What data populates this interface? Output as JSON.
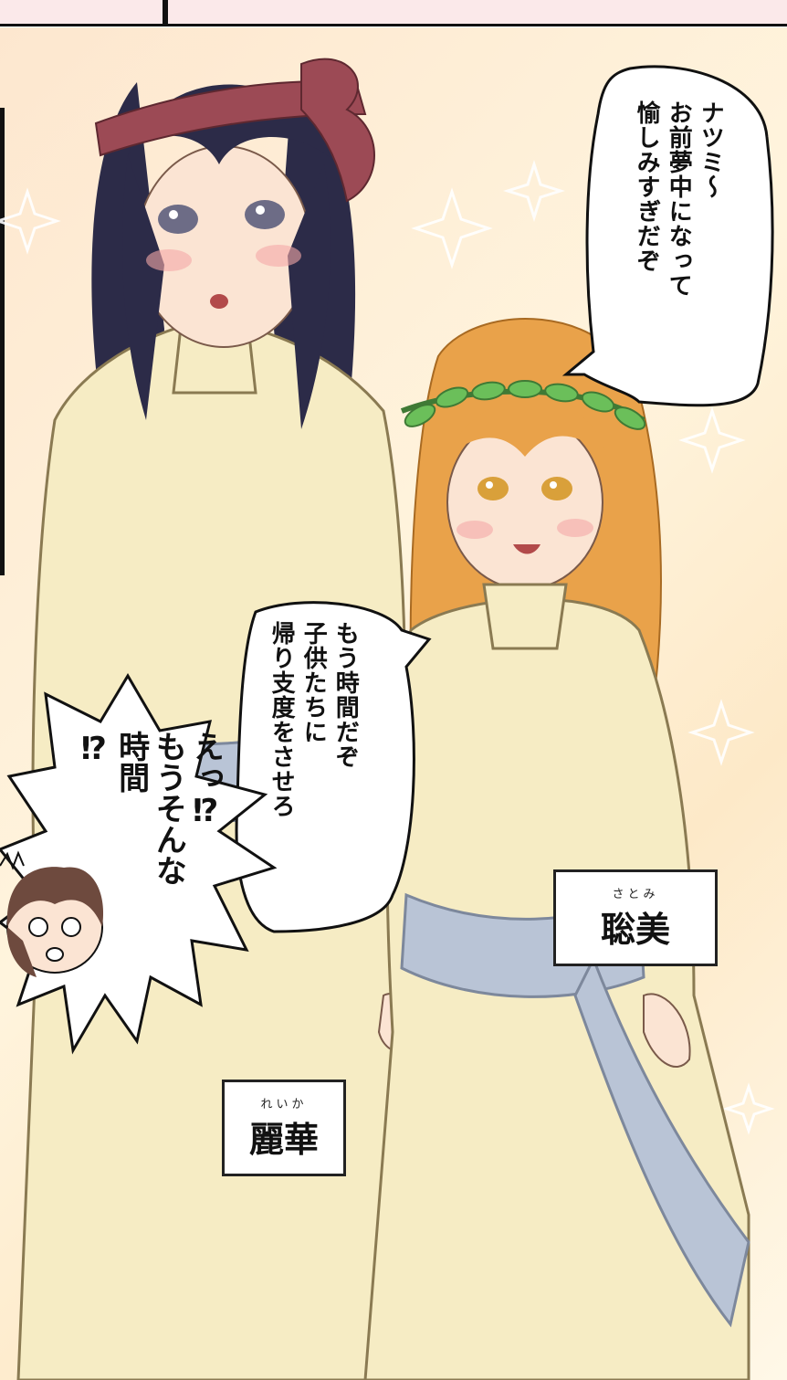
{
  "speech_top_right": {
    "lines": [
      "ナツミ〜",
      "お前夢中になって",
      "愉しみすぎだぞ"
    ]
  },
  "speech_middle": {
    "lines": [
      "もう時間だぞ",
      "子供たちに",
      "帰り支度をさせろ"
    ]
  },
  "shout_left": {
    "lines": [
      "えっ⁉",
      "もうそんな",
      "時間",
      "⁉"
    ]
  },
  "name_tag_satomi": {
    "ruby": "さとみ",
    "name": "聡美"
  },
  "name_tag_reika": {
    "ruby": "れいか",
    "name": "麗華"
  },
  "colors": {
    "background": "#fdecd0",
    "robe": "#f6ecc4",
    "sash": "#b9c4d6",
    "dark_hair": "#2c2b48",
    "blonde_hair": "#e9a24a",
    "laurel": "#6bbf5a",
    "headband": "#9c4a55"
  }
}
